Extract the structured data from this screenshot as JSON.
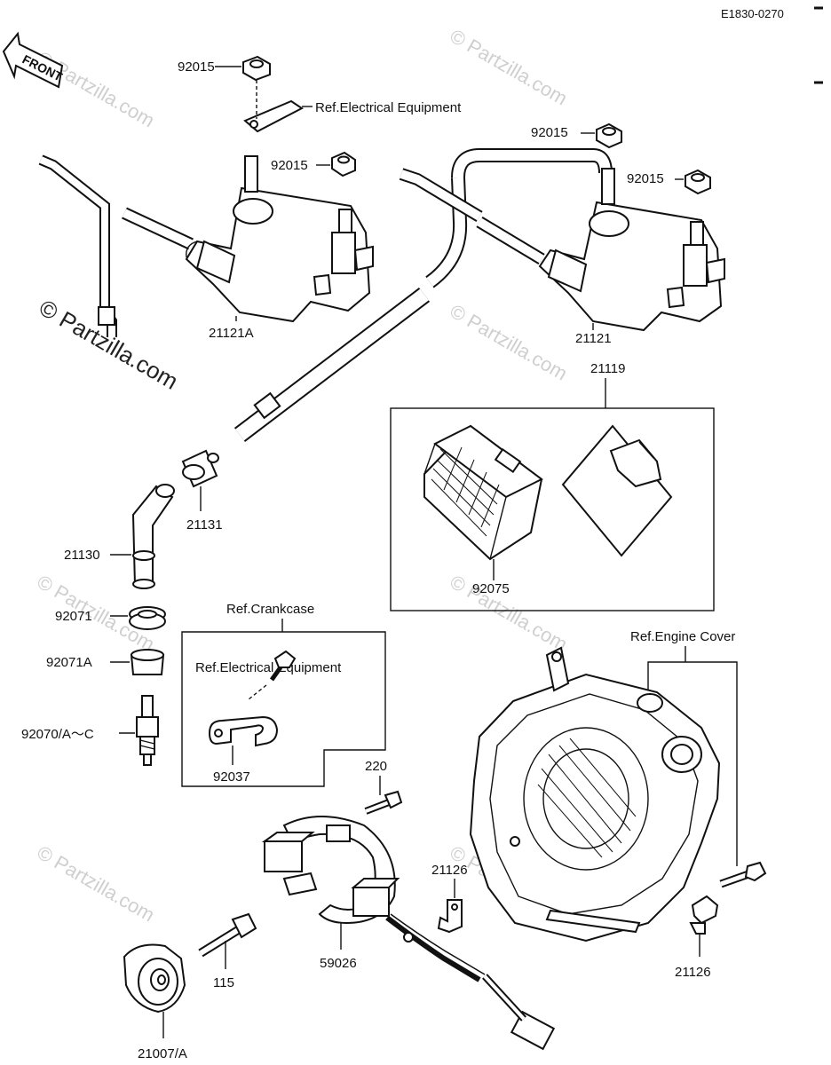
{
  "diagram_code": "E1830-0270",
  "front_label": "FRONT",
  "watermark": "© Partzilla.com",
  "refs": {
    "electrical_top": "Ref.Electrical Equipment",
    "crankcase": "Ref.Crankcase",
    "electrical_box": "Ref.Electrical Equipment",
    "engine_cover": "Ref.Engine Cover"
  },
  "part_numbers": {
    "nut_a": "92015",
    "nut_b": "92015",
    "nut_c": "92015",
    "nut_d": "92015",
    "coil_left": "21121A",
    "coil_right": "21121",
    "igniter_group": "21119",
    "igniter": "92075",
    "cap_small": "21131",
    "plug_cap": "21130",
    "seal": "92071",
    "seal_a": "92071A",
    "spark_plug": "92070/A～C",
    "clamp": "92037",
    "bolt_220": "220",
    "clamp_left": "21126",
    "clamp_right": "21126",
    "pickup": "59026",
    "bolt_115": "115",
    "rotor": "21007/A"
  }
}
